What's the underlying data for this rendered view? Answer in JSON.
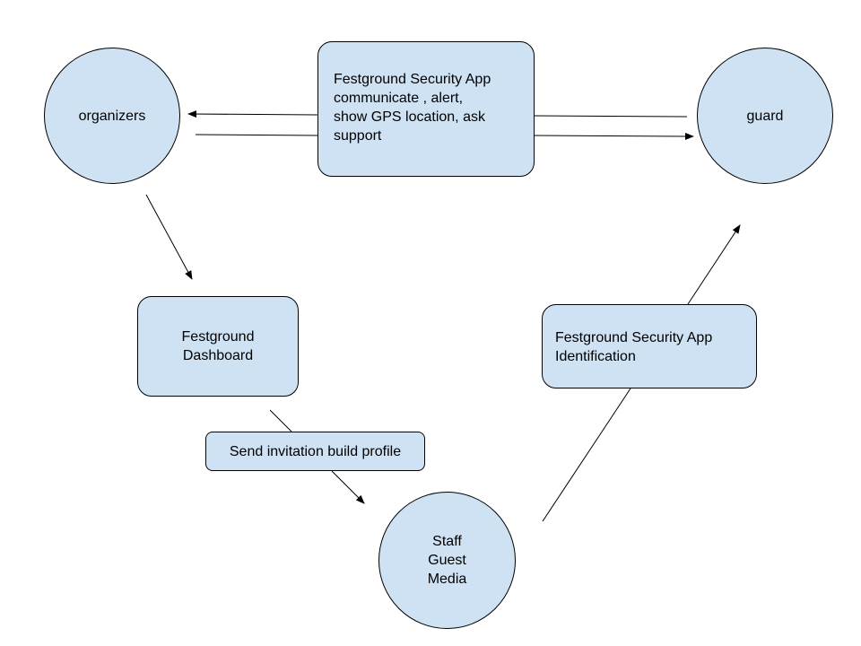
{
  "diagram": {
    "nodes": {
      "organizers": {
        "label": "organizers"
      },
      "guard": {
        "label": "guard"
      },
      "security_app": {
        "lines": [
          "Festground Security App",
          "communicate , alert,",
          "show GPS location, ask",
          "support"
        ]
      },
      "dashboard": {
        "lines": [
          "Festground",
          "Dashboard"
        ]
      },
      "invitation": {
        "label": "Send invitation build profile"
      },
      "identification": {
        "lines": [
          "Festground Security App",
          "Identification"
        ]
      },
      "people": {
        "lines": [
          "Staff",
          "Guest",
          "Media"
        ]
      }
    },
    "colors": {
      "node_fill": "#cfe2f3",
      "stroke": "#000000",
      "background": "#ffffff"
    }
  }
}
